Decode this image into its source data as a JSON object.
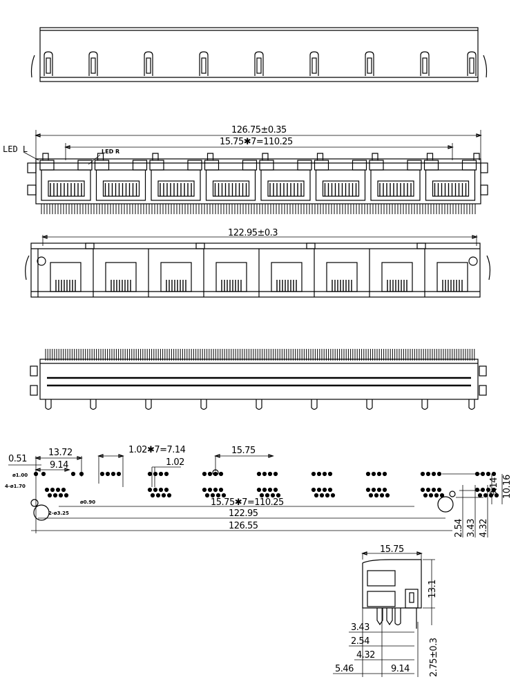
{
  "drawing": {
    "front_view": {
      "overall_width": "126.75±0.35",
      "pitch_total": "15.75✱7=110.25",
      "led_left": "LED L",
      "led_right": "LED R",
      "port_count": 8
    },
    "rear_view": {
      "width": "122.95±0.3"
    },
    "footprint": {
      "d_0_51": "0.51",
      "d_13_72": "13.72",
      "d_9_14": "9.14",
      "d_led_pitch": "1.02✱7=7.14",
      "d_1_02": "1.02",
      "d_15_75": "15.75",
      "hole_1_00": "ø1.00",
      "hole_1_70": "4-ø1.70",
      "hole_0_90": "ø0.90",
      "hole_3_25": "2-ø3.25",
      "d_pitch_total": "15.75✱7=110.25",
      "d_122_95": "122.95",
      "d_126_55": "126.55",
      "d_2_54": "2.54",
      "d_3_43": "3.43",
      "d_4_32": "4.32",
      "d_9_14_v": "9.14",
      "d_10_16": "10.16"
    },
    "side_view": {
      "width": "15.75",
      "height": "13.1",
      "d_3_43": "3.43",
      "d_2_54": "2.54",
      "d_4_32": "4.32",
      "d_5_46": "5.46",
      "d_9_14": "9.14",
      "pin_length": "2.75±0.3"
    }
  }
}
